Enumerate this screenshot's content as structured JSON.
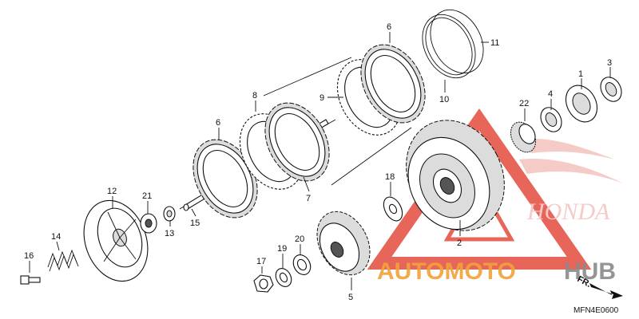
{
  "diagram_code": "MFN4E0600",
  "direction_label": "FR.",
  "watermark": {
    "brand_left": "AUTOMOTO",
    "brand_right": "HUB",
    "accent_color": "#e34b3d",
    "text_color_left": "#f0a33a",
    "text_color_right": "#8a8a8a"
  },
  "callouts": [
    {
      "id": "c1",
      "label": "1"
    },
    {
      "id": "c2",
      "label": "2"
    },
    {
      "id": "c3",
      "label": "3"
    },
    {
      "id": "c4",
      "label": "4"
    },
    {
      "id": "c5",
      "label": "5"
    },
    {
      "id": "c6a",
      "label": "6"
    },
    {
      "id": "c6b",
      "label": "6"
    },
    {
      "id": "c7",
      "label": "7"
    },
    {
      "id": "c8",
      "label": "8"
    },
    {
      "id": "c9",
      "label": "9"
    },
    {
      "id": "c10",
      "label": "10"
    },
    {
      "id": "c11",
      "label": "11"
    },
    {
      "id": "c12",
      "label": "12"
    },
    {
      "id": "c13",
      "label": "13"
    },
    {
      "id": "c14",
      "label": "14"
    },
    {
      "id": "c15",
      "label": "15"
    },
    {
      "id": "c16",
      "label": "16"
    },
    {
      "id": "c17",
      "label": "17"
    },
    {
      "id": "c18",
      "label": "18"
    },
    {
      "id": "c19",
      "label": "19"
    },
    {
      "id": "c20",
      "label": "20"
    },
    {
      "id": "c21",
      "label": "21"
    },
    {
      "id": "c22",
      "label": "22"
    }
  ]
}
